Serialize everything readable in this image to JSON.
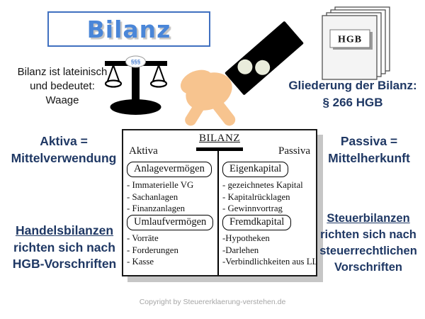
{
  "title": {
    "text": "Bilanz"
  },
  "latin_note": {
    "line1": "Bilanz ist lateinisch",
    "line2": "und bedeutet:",
    "line3": "Waage"
  },
  "scale_icon": {
    "marks": "§§§"
  },
  "hgb_book": {
    "label": "HGB"
  },
  "gliederung_note": {
    "line1": "Gliederung der Bilanz:",
    "line2": "§ 266 HGB"
  },
  "aktiva_note": {
    "line1": "Aktiva =",
    "line2": "Mittelverwendung"
  },
  "passiva_note": {
    "line1": "Passiva =",
    "line2": "Mittelherkunft"
  },
  "balance_table": {
    "title": "BILANZ",
    "left_header": "Aktiva",
    "right_header": "Passiva",
    "left_sections": [
      {
        "box": "Anlagevermögen",
        "items": [
          "- Immaterielle VG",
          "- Sachanlagen",
          "- Finanzanlagen"
        ]
      },
      {
        "box": "Umlaufvermögen",
        "items": [
          "- Vorräte",
          "- Forderungen",
          "- Kasse"
        ]
      }
    ],
    "right_sections": [
      {
        "box": "Eigenkapital",
        "items": [
          "- gezeichnetes Kapital",
          "- Kapitalrücklagen",
          "- Gewinnvortrag"
        ]
      },
      {
        "box": "Fremdkapital",
        "items": [
          "-Hypotheken",
          "-Darlehen",
          "-Verbindlichkeiten aus LL"
        ]
      }
    ]
  },
  "handelsbilanz_note": {
    "line1": "Handelsbilanzen",
    "line2": "richten sich nach",
    "line3": "HGB-Vorschriften"
  },
  "steuerbilanz_note": {
    "line1": "Steuerbilanzen",
    "line2": "richten sich nach",
    "line3": "steuerrechtlichen",
    "line4": "Vorschriften"
  },
  "footer": {
    "copyright": "Copyright by Steuererklaerung-verstehen.de"
  },
  "icons": {
    "scale": "balance-scale-icon",
    "remote": "presenter-remote-icon",
    "hand": "pointing-hand-icon",
    "book": "hgb-book-icon"
  },
  "colors": {
    "title_blue": "#4a86d8",
    "navy_text": "#1f3864",
    "hand_skin": "#f7c48f",
    "remote_black": "#000000",
    "remote_buttons": "#e9ecdb",
    "table_shadow": "#c6c6c6"
  }
}
